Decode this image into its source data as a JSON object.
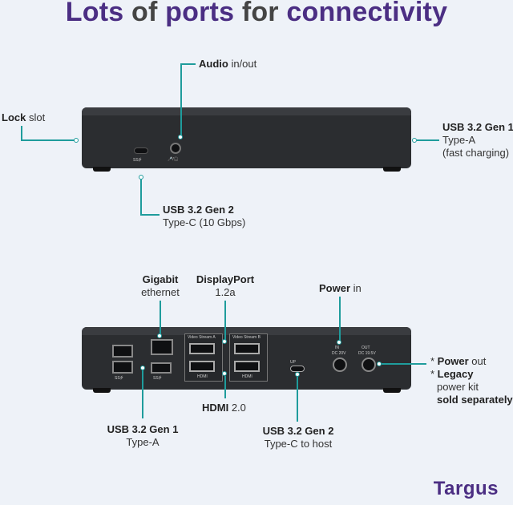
{
  "title": {
    "part1": "Lots",
    "part2": " of ",
    "part3": "ports",
    "part4": " for ",
    "part5": "connectivity"
  },
  "front": {
    "audio": {
      "bold": "Audio",
      "rest": " in/out"
    },
    "lock": {
      "bold": "Lock",
      "rest": " slot"
    },
    "usb_a_right": {
      "bold": "USB 3.2 Gen 1",
      "line2": "Type-A",
      "line3": "(fast charging)"
    },
    "usb_c": {
      "bold": "USB 3.2 Gen 2",
      "line2": "Type-C (10 Gbps)"
    },
    "usbc_mark": "SS⭍",
    "audio_mark": "🎤/🎧"
  },
  "rear": {
    "gigabit": {
      "bold": "Gigabit",
      "line2": "ethernet"
    },
    "displayport": {
      "bold": "DisplayPort",
      "line2": "1.2a"
    },
    "power_in": {
      "bold": "Power",
      "rest": " in"
    },
    "power_out": {
      "star": "* ",
      "bold": "Power",
      "rest": " out"
    },
    "legacy": {
      "star": "* ",
      "bold": "Legacy",
      "line2": "power kit",
      "line3": "sold separately"
    },
    "usb_a": {
      "bold": "USB 3.2 Gen 1",
      "line2": "Type-A"
    },
    "hdmi": {
      "bold": "HDMI",
      "rest": " 2.0"
    },
    "usb_c_host": {
      "bold": "USB 3.2 Gen 2",
      "line2": "Type-C to host"
    },
    "marks": {
      "video_a": "Video Stream A",
      "video_b": "Video Stream B",
      "hdmi_a": "HDMI",
      "hdmi_b": "HDMI",
      "in": "IN",
      "in_v": "DC 20V",
      "out": "OUT",
      "out_v": "DC 19.5V",
      "up": "UP",
      "ss1": "SS⭍",
      "ss2": "SS⭍"
    }
  },
  "brand": "Targus",
  "colors": {
    "accent": "#4b2e83",
    "line": "#1f9c9c",
    "background": "#eef2f8",
    "device": "#2b2d30"
  }
}
